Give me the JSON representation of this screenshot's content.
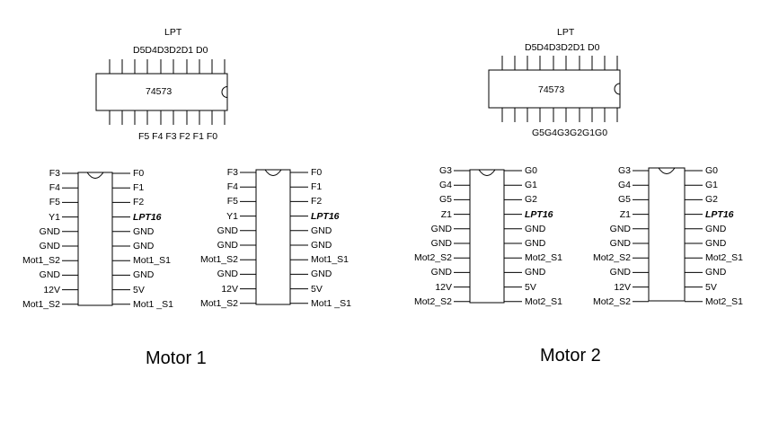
{
  "latches": [
    {
      "name": "LPT",
      "chip": "74573",
      "top_label": "D5D4D3D2D1 D0",
      "bottom_label": "F5 F4 F3 F2 F1 F0"
    },
    {
      "name": "LPT",
      "chip": "74573",
      "top_label": "D5D4D3D2D1 D0",
      "bottom_label": "G5G4G3G2G1G0"
    }
  ],
  "ics": [
    {
      "left": [
        "F3",
        "F4",
        "F5",
        "Y1",
        "GND",
        "GND",
        "Mot1_S2",
        "GND",
        "12V",
        "Mot1_S2"
      ],
      "right": [
        "F0",
        "F1",
        "F2",
        "LPT16",
        "GND",
        "GND",
        "Mot1_S1",
        "GND",
        "5V",
        "Mot1 _S1"
      ]
    },
    {
      "left": [
        "F3",
        "F4",
        "F5",
        "Y1",
        "GND",
        "GND",
        "Mot1_S2",
        "GND",
        "12V",
        "Mot1_S2"
      ],
      "right": [
        "F0",
        "F1",
        "F2",
        "LPT16",
        "GND",
        "GND",
        "Mot1_S1",
        "GND",
        "5V",
        "Mot1 _S1"
      ]
    },
    {
      "left": [
        "G3",
        "G4",
        "G5",
        "Z1",
        "GND",
        "GND",
        "Mot2_S2",
        "GND",
        "12V",
        "Mot2_S2"
      ],
      "right": [
        "G0",
        "G1",
        "G2",
        "LPT16",
        "GND",
        "GND",
        "Mot2_S1",
        "GND",
        "5V",
        "Mot2_S1"
      ]
    },
    {
      "left": [
        "G3",
        "G4",
        "G5",
        "Z1",
        "GND",
        "GND",
        "Mot2_S2",
        "GND",
        "12V",
        "Mot2_S2"
      ],
      "right": [
        "G0",
        "G1",
        "G2",
        "LPT16",
        "GND",
        "GND",
        "Mot2_S1",
        "GND",
        "5V",
        "Mot2_S1"
      ]
    }
  ],
  "titles": [
    "Motor 1",
    "Motor 2"
  ]
}
